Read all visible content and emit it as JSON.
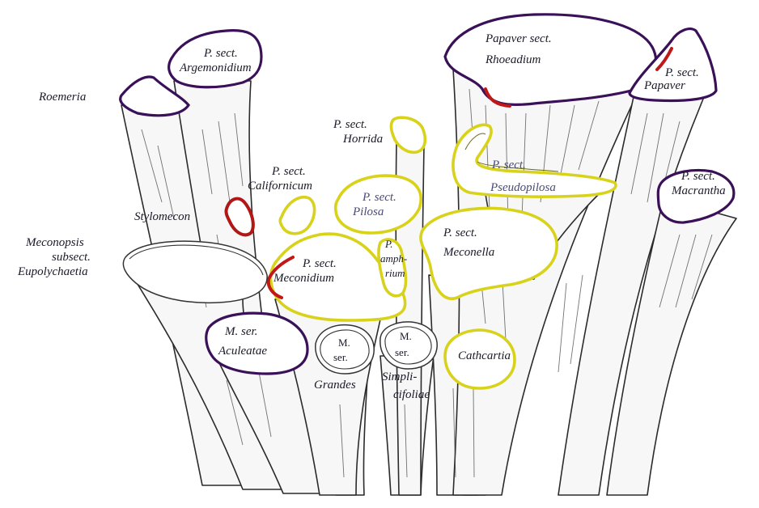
{
  "diagram": {
    "groups": {
      "roemeria": {
        "lines": [
          "Roemeria"
        ]
      },
      "argemonidium": {
        "lines": [
          "P. sect.",
          "Argemonidium"
        ]
      },
      "rhoeadium": {
        "lines": [
          "Papaver sect.",
          "Rhoeadium"
        ]
      },
      "papaver": {
        "lines": [
          "P. sect.",
          "Papaver"
        ]
      },
      "horrida": {
        "lines": [
          "P. sect.",
          "Horrida"
        ]
      },
      "pseudopilosa": {
        "lines": [
          "P. sect.",
          "Pseudopilosa"
        ]
      },
      "macrantha": {
        "lines": [
          "P. sect.",
          "Macrantha"
        ]
      },
      "californicum": {
        "lines": [
          "P. sect.",
          "Californicum"
        ]
      },
      "pilosa": {
        "lines": [
          "P. sect.",
          "Pilosa"
        ]
      },
      "stylomecon": {
        "lines": [
          "Stylomecon"
        ]
      },
      "mecone": {
        "lines": [
          "P. sect.",
          "Meconella"
        ]
      },
      "eupolychaetia": {
        "lines": [
          "Meconopsis",
          "subsect.",
          "Eupolychaetia"
        ]
      },
      "meconidium": {
        "lines": [
          "P. sect.",
          "Meconidium"
        ]
      },
      "amphi": {
        "lines": [
          "P.",
          "amph-",
          "rium"
        ]
      },
      "aculeatae": {
        "lines": [
          "M. ser.",
          "Aculeatae"
        ]
      },
      "grandes": {
        "lines": [
          "M.",
          "ser."
        ],
        "caption": "Grandes"
      },
      "simplicifoliae": {
        "lines": [
          "M.",
          "ser."
        ],
        "caption": [
          "Simpli-",
          "cifoliae"
        ]
      },
      "cathcartia": {
        "lines": [
          "Cathcartia"
        ]
      }
    },
    "colors": {
      "purple_rim": "#3a1058",
      "yellow_rim": "#d8d21a",
      "red_rim": "#b01818",
      "white_rim": "#333333"
    }
  }
}
